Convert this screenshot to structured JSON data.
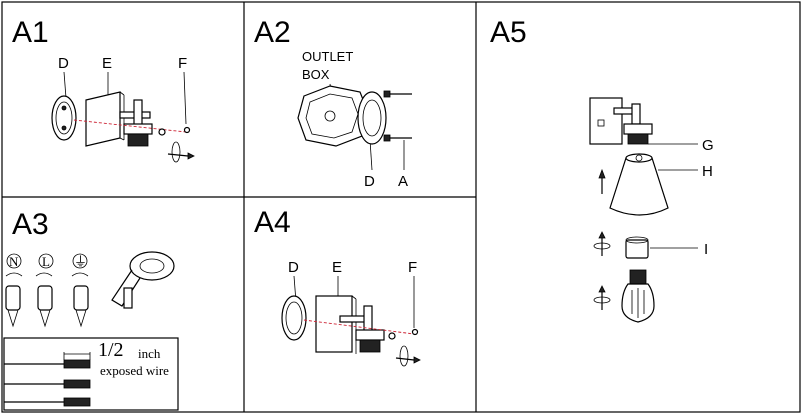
{
  "panels": [
    {
      "id": "A1",
      "title": "A1",
      "labels": [
        "D",
        "E",
        "F"
      ]
    },
    {
      "id": "A2",
      "title": "A2",
      "labels": [
        "OUTLET",
        "BOX",
        "D",
        "A"
      ]
    },
    {
      "id": "A3",
      "title": "A3",
      "wire_symbols": [
        "N",
        "L",
        "⏚"
      ],
      "fraction": "1/2",
      "unit": "inch",
      "caption": "exposed wire"
    },
    {
      "id": "A4",
      "title": "A4",
      "labels": [
        "D",
        "E",
        "F"
      ]
    },
    {
      "id": "A5",
      "title": "A5",
      "labels": [
        "G",
        "H",
        "I"
      ]
    }
  ]
}
